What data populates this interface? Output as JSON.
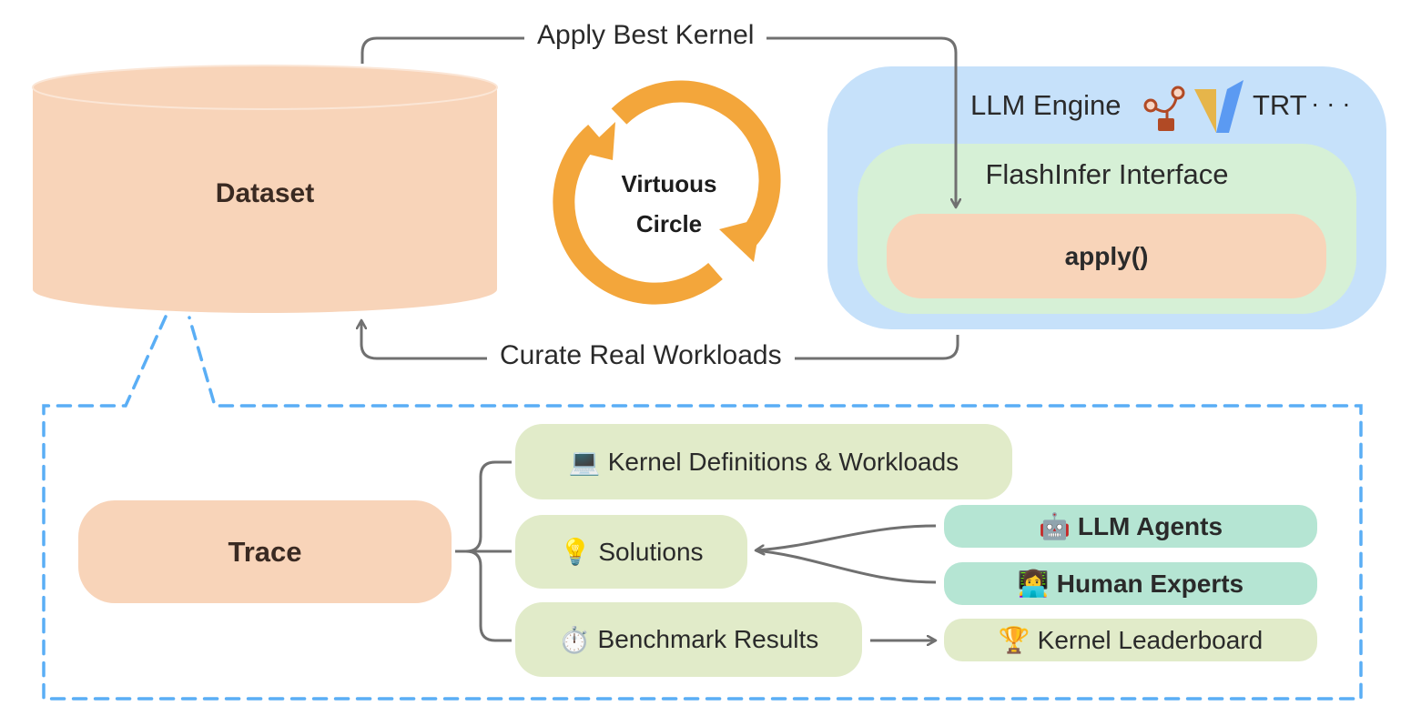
{
  "top_flow": {
    "apply_label": "Apply Best Kernel",
    "curate_label": "Curate Real Workloads"
  },
  "dataset": {
    "label": "Dataset"
  },
  "virtuous_circle": {
    "line1": "Virtuous",
    "line2": "Circle"
  },
  "engine": {
    "title": "LLM Engine",
    "icons": [
      "sglang-graph-icon",
      "vllm-logo-icon"
    ],
    "trt_label": "TRT",
    "more_label": "· · ·",
    "interface_label": "FlashInfer Interface",
    "apply_label": "apply()"
  },
  "trace": {
    "label": "Trace",
    "items": [
      {
        "emoji": "💻",
        "icon": "laptop-icon",
        "label": "Kernel Definitions & Workloads"
      },
      {
        "emoji": "💡",
        "icon": "lightbulb-icon",
        "label": "Solutions"
      },
      {
        "emoji": "⏱️",
        "icon": "stopwatch-icon",
        "label": "Benchmark Results"
      }
    ],
    "sources": [
      {
        "emoji": "🤖",
        "icon": "robot-icon",
        "label": "LLM Agents"
      },
      {
        "emoji": "👩‍💻",
        "icon": "technologist-icon",
        "label": "Human Experts"
      }
    ],
    "leaderboard": {
      "emoji": "🏆",
      "icon": "trophy-icon",
      "label": "Kernel Leaderboard"
    }
  },
  "colors": {
    "peach": "#f8d4b9",
    "blue_panel": "#c6e1fa",
    "green_panel": "#d6f0d6",
    "pill_green": "#e1ebc9",
    "pill_teal": "#b5e5d3",
    "arrow_gray": "#707070",
    "circle_orange": "#f3a63b",
    "dash_blue": "#5aaef5"
  }
}
